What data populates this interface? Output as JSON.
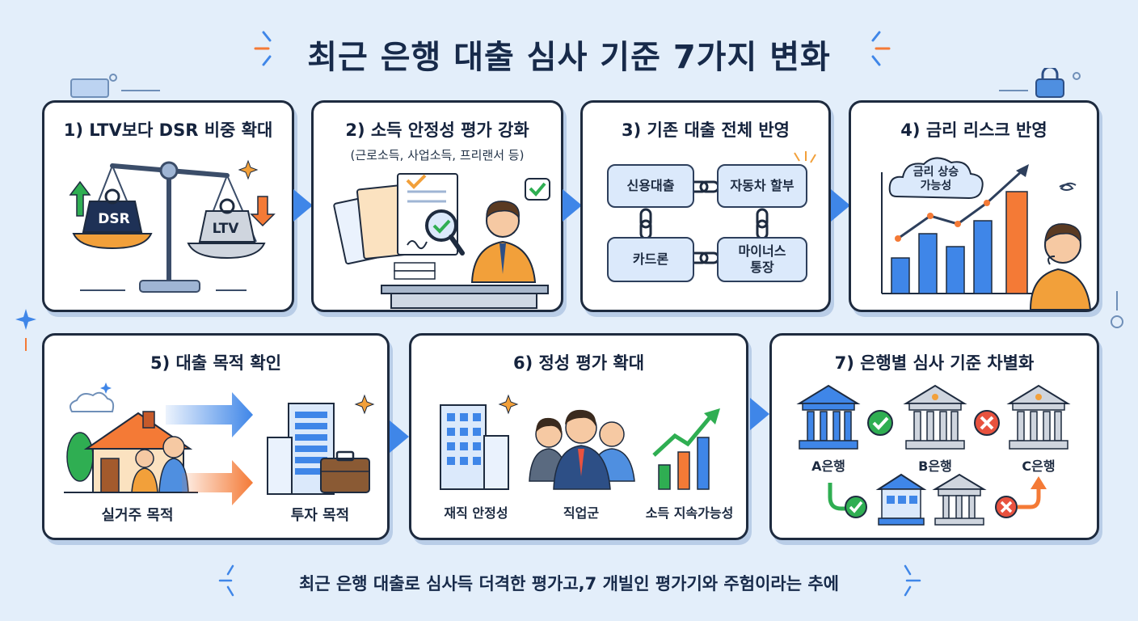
{
  "title": "최근 은행 대출 심사 기준 7가지 변화",
  "cards": [
    {
      "title": "1) LTV보다 DSR 비중 확대",
      "weights": [
        "DSR",
        "LTV"
      ]
    },
    {
      "title": "2) 소득 안정성 평가 강화",
      "subtitle": "(근로소득, 사업소득, 프리랜서 등)"
    },
    {
      "title": "3) 기존 대출 전체 반영",
      "loans": [
        "신용대출",
        "자동차 할부",
        "카드론",
        "마이너스\n통장"
      ]
    },
    {
      "title": "4) 금리 리스크 반영",
      "cloud": "금리 상승\n가능성"
    },
    {
      "title": "5) 대출 목적 확인",
      "labels": [
        "실거주 목적",
        "투자 목적"
      ]
    },
    {
      "title": "6) 정성 평가 확대",
      "labels": [
        "재직 안정성",
        "직업군",
        "소득 지속가능성"
      ]
    },
    {
      "title": "7) 은행별 심사 기준 차별화",
      "banks": [
        "A은행",
        "B은행",
        "C은행"
      ]
    }
  ],
  "footer": "최근 은행 대출로 심사득 더격한 평가고,7 개빌인 평가기와 주험이라는 추에",
  "colors": {
    "accent_blue": "#3f86e8",
    "accent_orange": "#f47a36",
    "check_green": "#2fae52",
    "cross_red": "#e8523f",
    "outline": "#1e2b3f"
  }
}
